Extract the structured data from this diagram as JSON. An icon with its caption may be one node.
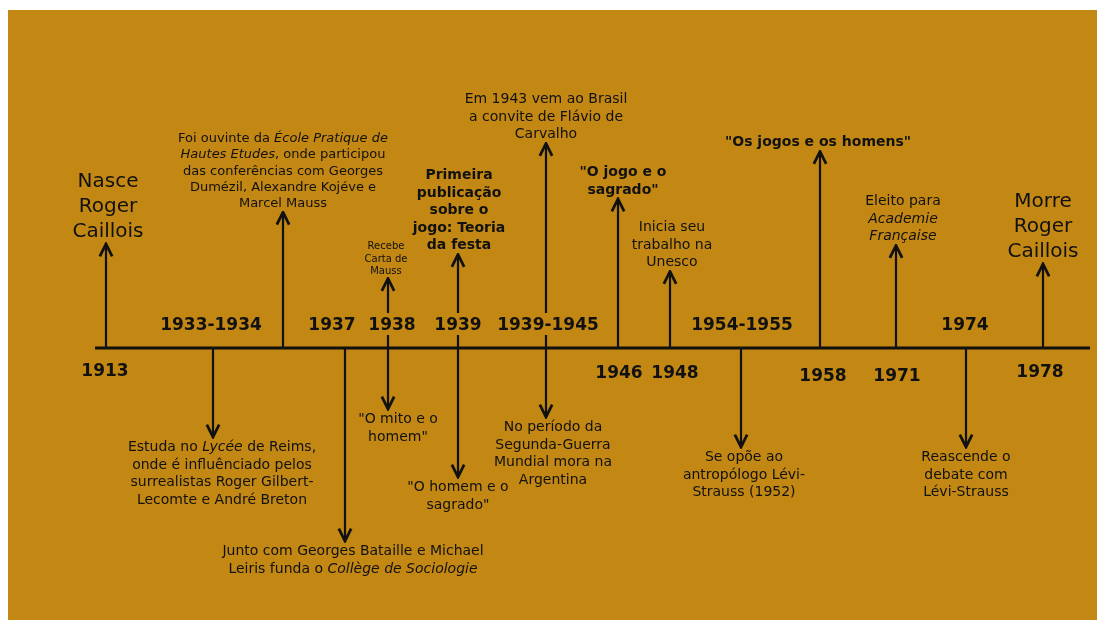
{
  "diagram": {
    "nodes": [
      {
        "text": [
          "Nasce Roger Caillois"
        ]
      },
      {
        "text": [
          "Foi ouvinte da *École Pratique de Hautes Etudes*, onde participou das conferências com Georges Dumézil, Alexandre Kojéve e Marcel Mauss"
        ]
      },
      {
        "text": [
          "Recebe Carta de Mauss"
        ]
      },
      {
        "text": [
          "Primeira publicação sobre o jogo: Teoria da festa"
        ]
      },
      {
        "text": [
          "Em 1943 vem ao Brasil a convite de Flávio de Carvalho"
        ]
      },
      {
        "text": [
          "\"O jogo e o sagrado\""
        ]
      },
      {
        "text": [
          "Inicia seu trabalho na Unesco"
        ]
      },
      {
        "text": [
          "\"Os jogos e os homens\""
        ]
      },
      {
        "text": [
          "Eleito para *Academie Française*"
        ]
      },
      {
        "text": [
          "Morre Roger Caillois"
        ]
      },
      {
        "text": [
          "Estuda no *Lycée* de Reims, onde é influênciado pelos surrealistas Roger Gilbert-Lecomte e André Breton"
        ]
      },
      {
        "text": [
          "Junto com Georges Bataille e Michael Leiris funda o *Collège de Sociologie*"
        ]
      },
      {
        "text": [
          "\"O mito e o homem\""
        ]
      },
      {
        "text": [
          "\"O homem e o sagrado\""
        ]
      },
      {
        "text": [
          "No período da Segunda-Guerra Mundial mora na Argentina"
        ]
      },
      {
        "text": [
          "Se opõe ao antropólogo Lévi-Strauss (1952)"
        ]
      },
      {
        "text": [
          "Reascende o debate com Lévi-Strauss"
        ]
      },
      {
        "text": [
          "1938"
        ]
      },
      {
        "text": [
          "1939"
        ]
      },
      {
        "text": [
          "1939-1945"
        ]
      }
    ],
    "edges": [
      {
        "from": null,
        "to": 0,
        "arrow": "to"
      },
      {
        "from": null,
        "to": 1,
        "arrow": "to"
      },
      {
        "from": 17,
        "to": 2,
        "arrow": "to"
      },
      {
        "from": 18,
        "to": 3,
        "arrow": "to"
      },
      {
        "from": 19,
        "to": 4,
        "arrow": "to"
      },
      {
        "from": null,
        "to": 5,
        "arrow": "to"
      },
      {
        "from": null,
        "to": 6,
        "arrow": "to"
      },
      {
        "from": null,
        "to": 7,
        "arrow": "to"
      },
      {
        "from": null,
        "to": 8,
        "arrow": "to"
      },
      {
        "from": null,
        "to": 9,
        "arrow": "to"
      },
      {
        "from": null,
        "to": 10,
        "arrow": "to"
      },
      {
        "from": null,
        "to": 11,
        "arrow": "to"
      },
      {
        "from": 17,
        "to": 12,
        "arrow": "to"
      },
      {
        "from": 18,
        "to": 13,
        "arrow": "to"
      },
      {
        "from": 19,
        "to": 14,
        "arrow": "to"
      },
      {
        "from": null,
        "to": 15,
        "arrow": "to"
      },
      {
        "from": null,
        "to": 16,
        "arrow": "to"
      }
    ],
    "labels": [
      "1913",
      "1933-1934",
      "1937",
      "1946",
      "1948",
      "1954-1955",
      "1958",
      "1971",
      "1974",
      "1978"
    ]
  }
}
